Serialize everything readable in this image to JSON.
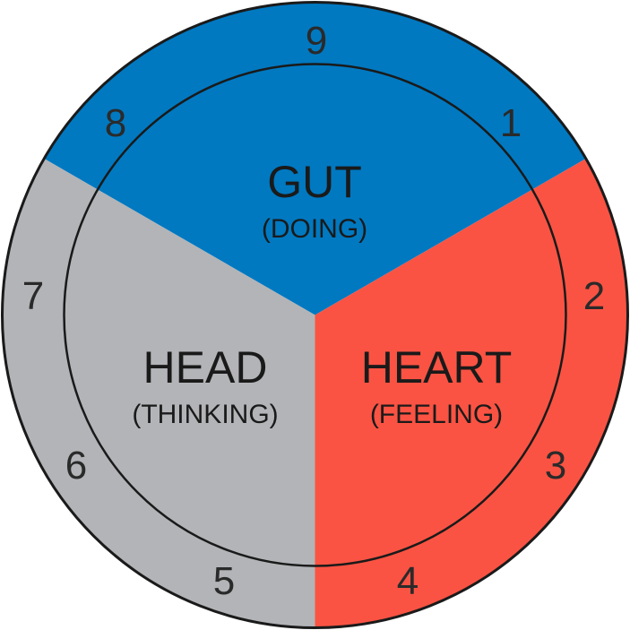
{
  "colors": {
    "gut": "#0079c1",
    "heart": "#fa5343",
    "head": "#b2b4b7",
    "outline": "#1a1a1a"
  },
  "segments": [
    {
      "id": "gut",
      "title": "GUT",
      "subtitle": "(DOING)"
    },
    {
      "id": "heart",
      "title": "HEART",
      "subtitle": "(FEELING)"
    },
    {
      "id": "head",
      "title": "HEAD",
      "subtitle": "(THINKING)"
    }
  ],
  "numbers": [
    "9",
    "1",
    "2",
    "3",
    "4",
    "5",
    "6",
    "7",
    "8"
  ]
}
